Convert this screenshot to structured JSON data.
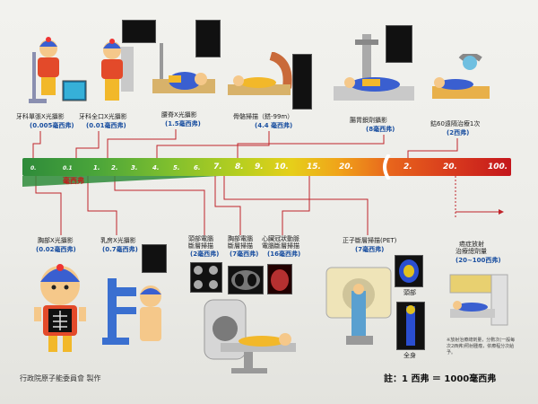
{
  "scale": {
    "ticks": [
      "0.",
      "0.1",
      "1.",
      "2.",
      "3.",
      "4.",
      "5.",
      "6.",
      "7.",
      "8.",
      "9.",
      "10.",
      "15.",
      "20.",
      "2.",
      "20.",
      "100."
    ],
    "unit_label": "毫西弗",
    "gradient_colors": [
      "#2e8b3a",
      "#b9cf1f",
      "#e6cf1a",
      "#f0a21a",
      "#c4161c"
    ]
  },
  "top_items": [
    {
      "name": "牙科單張X光攝影",
      "dose": "(0.005毫西弗)"
    },
    {
      "name": "牙科全口X光攝影",
      "dose": "(0.01毫西弗)"
    },
    {
      "name": "腰脊X光攝影",
      "dose": "(1.5毫西弗)"
    },
    {
      "name": "骨骼掃描（鎝-99m）",
      "dose": "(4.4 毫西弗)"
    },
    {
      "name": "腸胃鋇劑攝影",
      "dose": "(8毫西弗)"
    },
    {
      "name": "鈷60遠隔治療1次",
      "dose": "(2西弗)"
    }
  ],
  "bottom_items": [
    {
      "name": "胸部X光攝影",
      "dose": "(0.02毫西弗)"
    },
    {
      "name": "乳房X光攝影",
      "dose": "(0.7毫西弗)"
    },
    {
      "name_lines": [
        "頭部電腦",
        "斷層掃描"
      ],
      "dose": "(2毫西弗)"
    },
    {
      "name_lines": [
        "胸部電腦",
        "斷層掃描"
      ],
      "dose": "(7毫西弗)"
    },
    {
      "name_lines": [
        "心臟冠狀動脈",
        "電腦斷層掃描"
      ],
      "dose": "(16毫西弗)"
    },
    {
      "name": "正子斷層掃描(PET)",
      "dose": "(7毫西弗)"
    },
    {
      "name_lines": [
        "癌症放射",
        "治療總劑量"
      ],
      "dose": "(20~100西弗)"
    }
  ],
  "pet_labels": {
    "head": "頭部",
    "body": "全身"
  },
  "note_small": "※放射治療總劑量，分數次(一般每次2西弗)照射腫瘤，依療程分次給予。",
  "footer": {
    "credit": "行政院原子能委員會  製作",
    "note": "註：1 西弗 ＝ 1000毫西弗"
  }
}
